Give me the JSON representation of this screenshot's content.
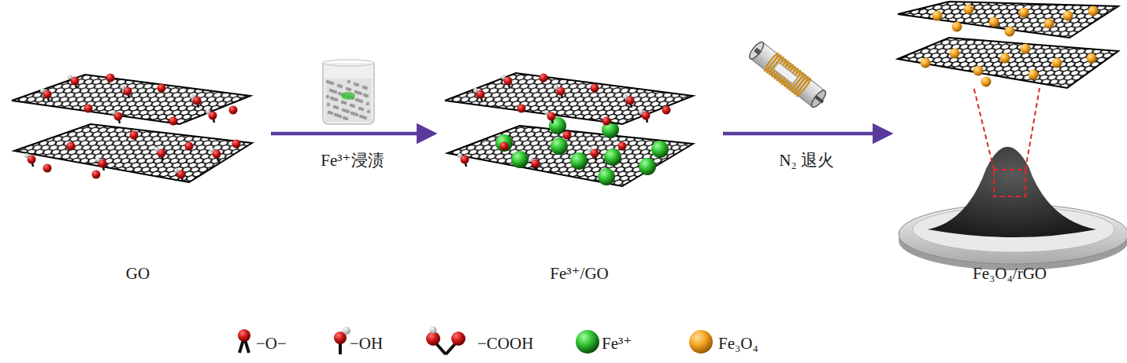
{
  "diagram": {
    "nodes": [
      {
        "text": [
          "GO"
        ]
      },
      {
        "text": [
          "Fe³⁺/GO"
        ]
      },
      {
        "text": [
          "Fe₃O₄/rGO"
        ]
      }
    ],
    "edges": [
      {
        "from": 0,
        "to": 1,
        "arrow": "to",
        "label": "Fe³⁺浸渍"
      },
      {
        "from": 1,
        "to": 2,
        "arrow": "to",
        "label": "N₂ 退火"
      }
    ],
    "legend": [
      {
        "text": "−O−"
      },
      {
        "text": "−OH"
      },
      {
        "text": "−COOH"
      },
      {
        "text": "Fe³⁺"
      },
      {
        "text": "Fe₃O₄"
      }
    ]
  }
}
